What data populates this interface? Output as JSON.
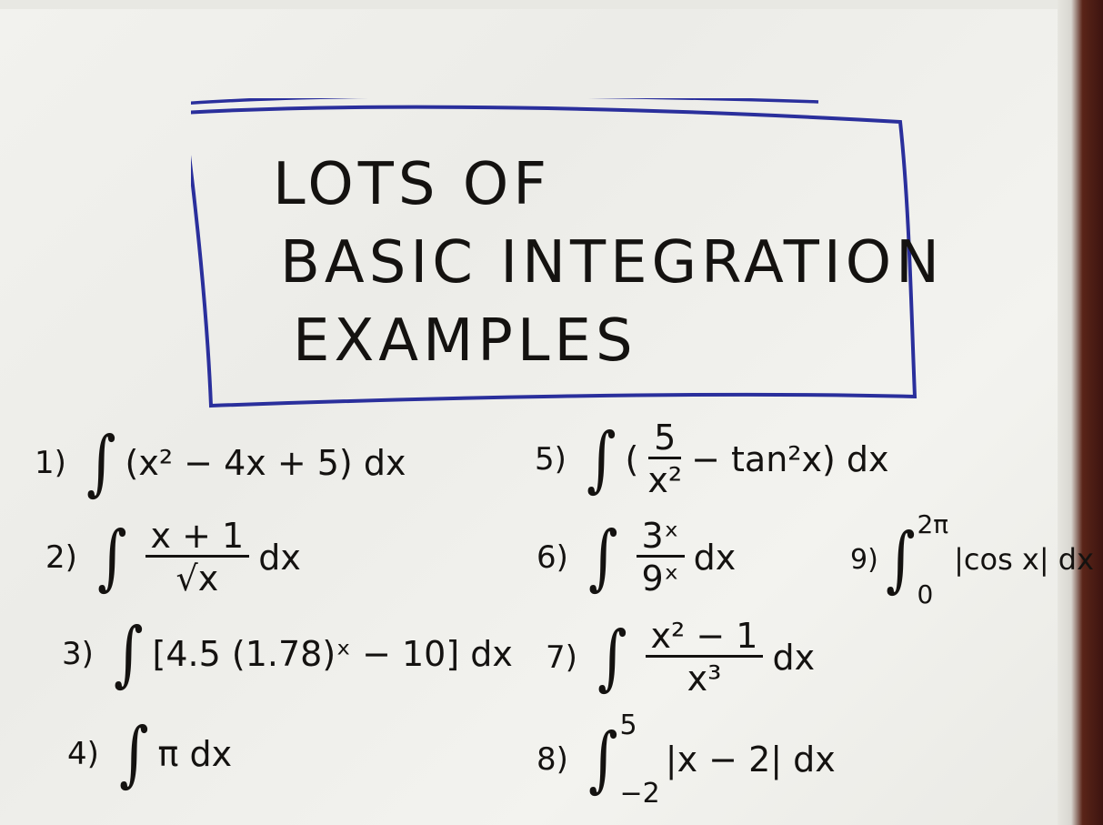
{
  "title": {
    "line1": "LOTS OF",
    "line2": "BASIC INTEGRATION",
    "line3": "EXAMPLES"
  },
  "integral_symbol": "∫",
  "problems": [
    {
      "num": "1)",
      "expr": "(x² − 4x + 5) dx"
    },
    {
      "num": "2)",
      "numerator": "x + 1",
      "denominator": "√x",
      "tail": "dx"
    },
    {
      "num": "3)",
      "expr": "[4.5 (1.78)ˣ − 10] dx"
    },
    {
      "num": "4)",
      "expr": "π dx"
    },
    {
      "num": "5)",
      "pre": "(",
      "numerator": "5",
      "denominator": "x²",
      "tail": "− tan²x) dx"
    },
    {
      "num": "6)",
      "numerator": "3ˣ",
      "denominator": "9ˣ",
      "tail": "dx"
    },
    {
      "num": "7)",
      "numerator": "x² − 1",
      "denominator": "x³",
      "tail": "dx"
    },
    {
      "num": "8)",
      "upper": "5",
      "lower": "−2",
      "expr": "|x − 2| dx"
    },
    {
      "num": "9)",
      "upper": "2π",
      "lower": "0",
      "expr": "|cos x| dx"
    }
  ],
  "colors": {
    "ink": "#141210",
    "box_marker": "#2a2f9c",
    "paper": "#efefeb"
  }
}
